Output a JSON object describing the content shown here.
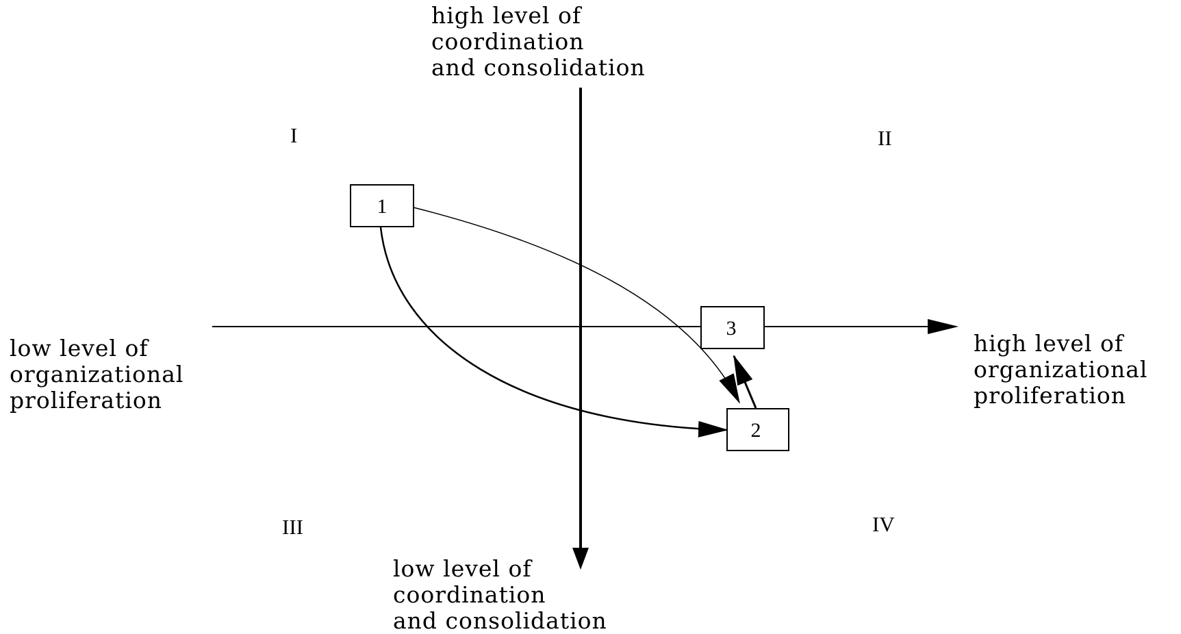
{
  "axes": {
    "top_label": "high level of\ncoordination\nand consolidation",
    "bottom_label": "low level of\ncoordination\nand consolidation",
    "left_label": "low level of\norganizational\nproliferation",
    "right_label": "high level of\norganizational\nproliferation"
  },
  "quadrants": {
    "q1": "I",
    "q2": "II",
    "q3": "III",
    "q4": "IV"
  },
  "nodes": [
    {
      "id": "n1",
      "label": "1"
    },
    {
      "id": "n2",
      "label": "2"
    },
    {
      "id": "n3",
      "label": "3"
    }
  ],
  "edges": [
    {
      "from": "1",
      "to": "2",
      "path": "upper curve"
    },
    {
      "from": "1",
      "to": "2",
      "path": "lower curve"
    },
    {
      "from": "2",
      "to": "3",
      "path": "short straight"
    }
  ]
}
